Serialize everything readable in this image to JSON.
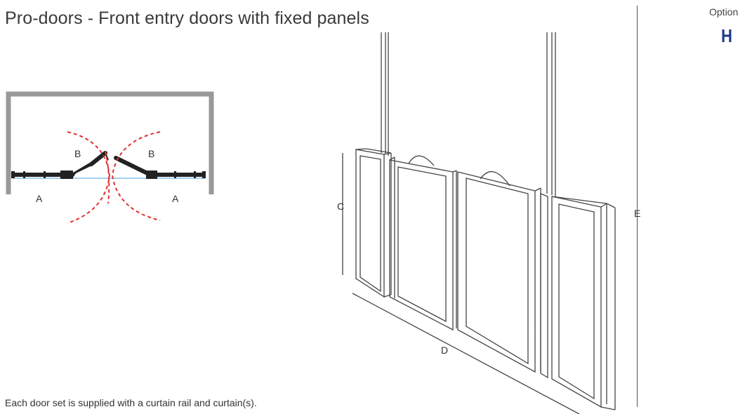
{
  "title": "Pro-doors - Front entry doors with fixed panels",
  "option": {
    "label": "Option",
    "code": "H"
  },
  "plan_labels": {
    "a_left": "A",
    "a_right": "A",
    "b_left": "B",
    "b_right": "B"
  },
  "iso_labels": {
    "c": "C",
    "d": "D",
    "e": "E"
  },
  "footnote": "Each door set is supplied with a curtain rail and curtain(s).",
  "colors": {
    "swing_arc": "#e03030",
    "floor_line": "#4aa0e0",
    "frame": "#999999",
    "panel": "#222222",
    "option_code": "#1f3b8a"
  }
}
